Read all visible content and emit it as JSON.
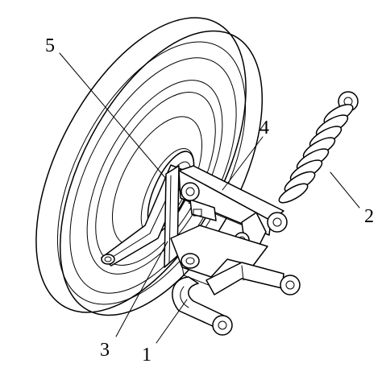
{
  "labels": {
    "l1": "1",
    "l2": "2",
    "l3": "3",
    "l4": "4",
    "l5": "5"
  },
  "colors": {
    "line": "#000000",
    "background": "#ffffff"
  }
}
